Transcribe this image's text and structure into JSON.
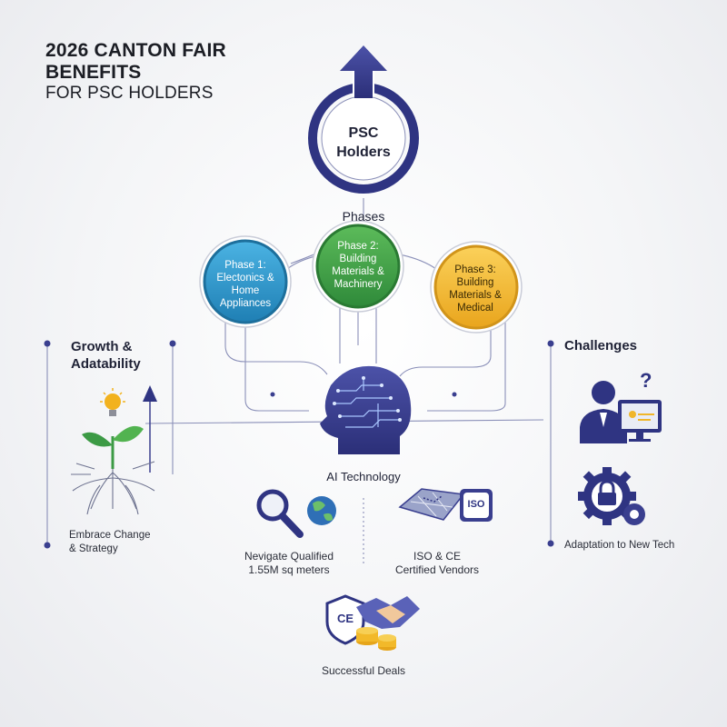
{
  "title": {
    "line1": "2026 CANTON FAIR",
    "line2": "BENEFITS",
    "line3": "FOR PSC HOLDERS"
  },
  "center": {
    "psc_label_line1": "PSC",
    "psc_label_line2": "Holders",
    "phases_label": "Phases",
    "ai_label": "AI Technology"
  },
  "phases": [
    {
      "label_line1": "Phase 1:",
      "label_line2": "Electonics &",
      "label_line3": "Home",
      "label_line4": "Appliances",
      "color": "#2a93c7"
    },
    {
      "label_line1": "Phase 2:",
      "label_line2": "Building",
      "label_line3": "Materials &",
      "label_line4": "Machinery",
      "color": "#3c9a45"
    },
    {
      "label_line1": "Phase 3:",
      "label_line2": "Building",
      "label_line3": "Materials &",
      "label_line4": "Medical",
      "color": "#f0b62a"
    }
  ],
  "left_panel": {
    "heading_line1": "Growth &",
    "heading_line2": "Adatability",
    "caption_line1": "Embrace Change",
    "caption_line2": "& Strategy"
  },
  "right_panel": {
    "heading": "Challenges",
    "caption": "Adaptation to New Tech"
  },
  "bottom": {
    "navigate_line1": "Nevigate Qualified",
    "navigate_line2": "1.55M sq meters",
    "iso_line1": "ISO & CE",
    "iso_line2": "Certified Vendors",
    "deals": "Successful Deals",
    "iso_badge": "ISO",
    "ce_badge": "CE"
  },
  "colors": {
    "navy": "#3a3f8f",
    "line": "#8a8fb8",
    "blue": "#2a93c7",
    "green": "#3c9a45",
    "yellow": "#f0b62a",
    "gold": "#e6a51a"
  },
  "icons": [
    "up-arrow-icon",
    "brain-circuit-icon",
    "lightbulb-icon",
    "sprout-icon",
    "magnifier-icon",
    "globe-icon",
    "map-icon",
    "iso-badge-icon",
    "ce-shield-icon",
    "handshake-icon",
    "coins-icon",
    "user-question-icon",
    "monitor-icon",
    "gear-lock-icon"
  ]
}
